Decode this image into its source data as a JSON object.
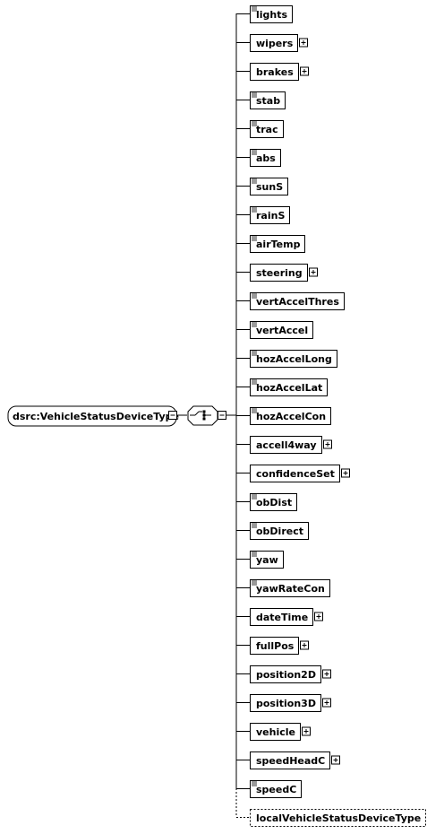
{
  "root": {
    "label": "dsrc:VehicleStatusDeviceType"
  },
  "compositor": {
    "icon": "sequence-compositor-icon"
  },
  "elements": [
    {
      "label": "lights",
      "expandable": false,
      "optional": false
    },
    {
      "label": "wipers",
      "expandable": true,
      "optional": false
    },
    {
      "label": "brakes",
      "expandable": true,
      "optional": false
    },
    {
      "label": "stab",
      "expandable": false,
      "optional": false
    },
    {
      "label": "trac",
      "expandable": false,
      "optional": false
    },
    {
      "label": "abs",
      "expandable": false,
      "optional": false
    },
    {
      "label": "sunS",
      "expandable": false,
      "optional": false
    },
    {
      "label": "rainS",
      "expandable": false,
      "optional": false
    },
    {
      "label": "airTemp",
      "expandable": false,
      "optional": false
    },
    {
      "label": "steering",
      "expandable": true,
      "optional": false
    },
    {
      "label": "vertAccelThres",
      "expandable": false,
      "optional": false
    },
    {
      "label": "vertAccel",
      "expandable": false,
      "optional": false
    },
    {
      "label": "hozAccelLong",
      "expandable": false,
      "optional": false
    },
    {
      "label": "hozAccelLat",
      "expandable": false,
      "optional": false
    },
    {
      "label": "hozAccelCon",
      "expandable": false,
      "optional": false
    },
    {
      "label": "accell4way",
      "expandable": true,
      "optional": false
    },
    {
      "label": "confidenceSet",
      "expandable": true,
      "optional": false
    },
    {
      "label": "obDist",
      "expandable": false,
      "optional": false
    },
    {
      "label": "obDirect",
      "expandable": false,
      "optional": false
    },
    {
      "label": "yaw",
      "expandable": false,
      "optional": false
    },
    {
      "label": "yawRateCon",
      "expandable": false,
      "optional": false
    },
    {
      "label": "dateTime",
      "expandable": true,
      "optional": false
    },
    {
      "label": "fullPos",
      "expandable": true,
      "optional": false
    },
    {
      "label": "position2D",
      "expandable": true,
      "optional": false
    },
    {
      "label": "position3D",
      "expandable": true,
      "optional": false
    },
    {
      "label": "vehicle",
      "expandable": true,
      "optional": false
    },
    {
      "label": "speedHeadC",
      "expandable": true,
      "optional": false
    },
    {
      "label": "speedC",
      "expandable": false,
      "optional": false
    },
    {
      "label": "localVehicleStatusDeviceType",
      "expandable": true,
      "optional": true
    }
  ]
}
